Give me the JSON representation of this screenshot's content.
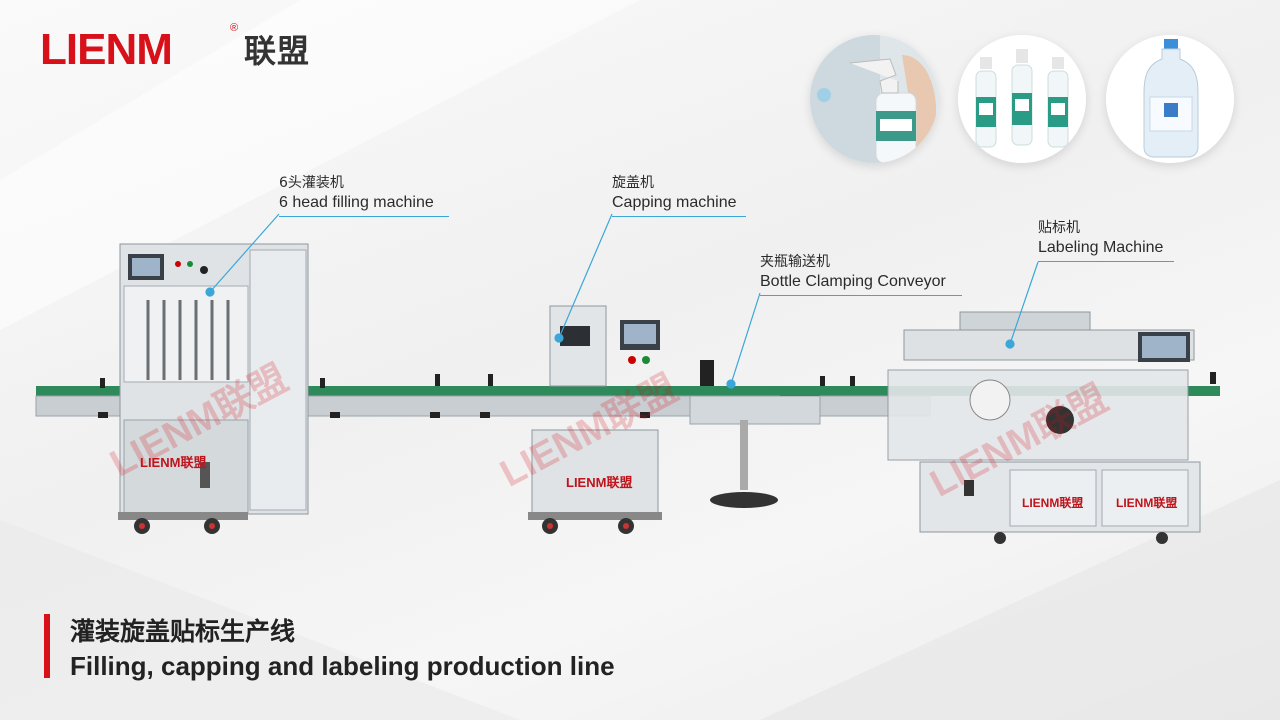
{
  "brand": {
    "logo_text": "LIENM",
    "logo_cn": "联盟",
    "registered": "®",
    "color": "#d7101a"
  },
  "watermark": {
    "text": "LIENM联盟"
  },
  "products": [
    {
      "name": "spray-bottle-in-hand"
    },
    {
      "name": "three-spray-bottles"
    },
    {
      "name": "clear-liquid-bottle"
    }
  ],
  "callouts": {
    "filling": {
      "cn": "6头灌装机",
      "en": "6 head filling machine"
    },
    "capping": {
      "cn": "旋盖机",
      "en": "Capping machine"
    },
    "conveyor": {
      "cn": "夹瓶输送机",
      "en": "Bottle Clamping Conveyor"
    },
    "labeling": {
      "cn": "贴标机",
      "en": "Labeling Machine"
    }
  },
  "machine_labels": {
    "filling_plate": "LIENM联盟",
    "capping_plate": "LIENM联盟",
    "labeling_plate_1": "LIENM联盟",
    "labeling_plate_2": "LIENM联盟"
  },
  "title": {
    "cn": "灌装旋盖贴标生产线",
    "en": "Filling, capping and labeling production line"
  },
  "accent_colors": {
    "line": "#3aa7d8",
    "brand_red": "#d7101a",
    "conveyor": "#2e8a5a"
  }
}
